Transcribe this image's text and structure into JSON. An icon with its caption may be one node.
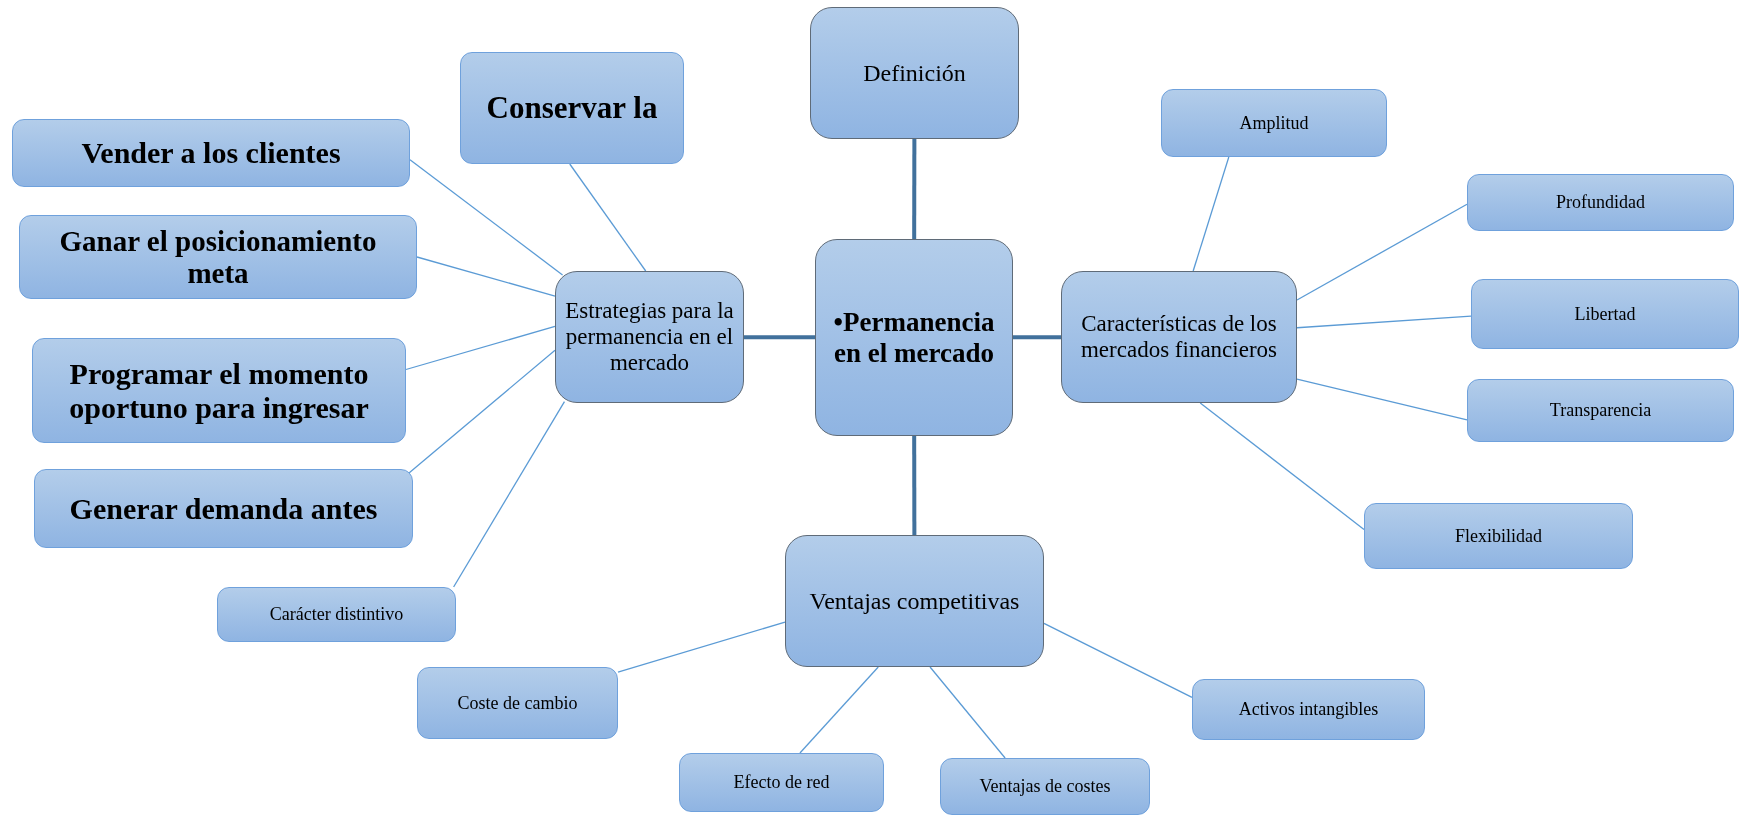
{
  "diagram": {
    "nodes": [
      {
        "text": [
          "•Permanencia en el mercado"
        ]
      },
      {
        "text": [
          "Definición"
        ]
      },
      {
        "text": [
          "Estrategias para la permanencia en el mercado"
        ]
      },
      {
        "text": [
          "Características de los mercados financieros"
        ]
      },
      {
        "text": [
          "Ventajas competitivas"
        ]
      },
      {
        "text": [
          "Conservar la"
        ]
      },
      {
        "text": [
          "Vender a los clientes"
        ]
      },
      {
        "text": [
          "Ganar el posicionamiento meta"
        ]
      },
      {
        "text": [
          "Programar el momento oportuno para ingresar"
        ]
      },
      {
        "text": [
          "Generar demanda antes"
        ]
      },
      {
        "text": [
          "Carácter distintivo"
        ]
      },
      {
        "text": [
          "Amplitud"
        ]
      },
      {
        "text": [
          "Profundidad"
        ]
      },
      {
        "text": [
          "Libertad"
        ]
      },
      {
        "text": [
          "Transparencia"
        ]
      },
      {
        "text": [
          "Flexibilidad"
        ]
      },
      {
        "text": [
          "Coste de cambio"
        ]
      },
      {
        "text": [
          "Efecto de red"
        ]
      },
      {
        "text": [
          "Ventajas de costes"
        ]
      },
      {
        "text": [
          "Activos intangibles"
        ]
      }
    ],
    "edges": [
      {
        "from": 0,
        "to": 1,
        "arrow": "none",
        "style": "thick",
        "color": "#41719c"
      },
      {
        "from": 0,
        "to": 2,
        "arrow": "none",
        "style": "thick",
        "color": "#41719c"
      },
      {
        "from": 0,
        "to": 3,
        "arrow": "none",
        "style": "thick",
        "color": "#41719c"
      },
      {
        "from": 0,
        "to": 4,
        "arrow": "none",
        "style": "thick",
        "color": "#41719c"
      },
      {
        "from": 2,
        "to": 5,
        "arrow": "none"
      },
      {
        "from": 2,
        "to": 6,
        "arrow": "none"
      },
      {
        "from": 2,
        "to": 7,
        "arrow": "none"
      },
      {
        "from": 2,
        "to": 8,
        "arrow": "none"
      },
      {
        "from": 2,
        "to": 9,
        "arrow": "none"
      },
      {
        "from": 2,
        "to": 10,
        "arrow": "none"
      },
      {
        "from": 3,
        "to": 11,
        "arrow": "none"
      },
      {
        "from": 3,
        "to": 12,
        "arrow": "none"
      },
      {
        "from": 3,
        "to": 13,
        "arrow": "none"
      },
      {
        "from": 3,
        "to": 14,
        "arrow": "none"
      },
      {
        "from": 3,
        "to": 15,
        "arrow": "none"
      },
      {
        "from": 4,
        "to": 16,
        "arrow": "none"
      },
      {
        "from": 4,
        "to": 17,
        "arrow": "none"
      },
      {
        "from": 4,
        "to": 18,
        "arrow": "none"
      },
      {
        "from": 4,
        "to": 19,
        "arrow": "none"
      }
    ]
  }
}
